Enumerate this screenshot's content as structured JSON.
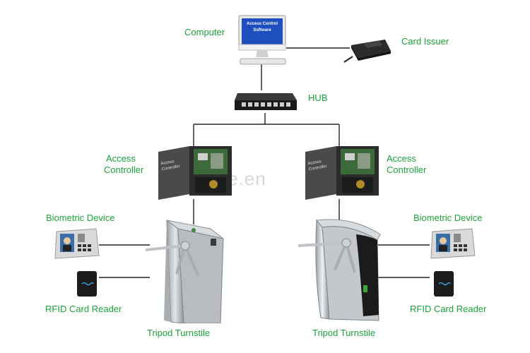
{
  "diagram": {
    "watermark": "daosafe.en",
    "computer": {
      "label": "Computer",
      "screen_line1": "Access Control",
      "screen_line2": "Software"
    },
    "card_issuer": {
      "label": "Card Issuer"
    },
    "hub": {
      "label": "HUB"
    },
    "left_controller": {
      "label_line1": "Access",
      "label_line2": "Controller",
      "box_text": "Access Controller"
    },
    "right_controller": {
      "label_line1": "Access",
      "label_line2": "Controller",
      "box_text": "Access Controller"
    },
    "left_biometric": {
      "label": "Biometric Device"
    },
    "right_biometric": {
      "label": "Biometric Device"
    },
    "left_rfid": {
      "label": "RFID Card Reader"
    },
    "right_rfid": {
      "label": "RFID Card Reader"
    },
    "left_turnstile": {
      "label": "Tripod Turnstile"
    },
    "right_turnstile": {
      "label": "Tripod Turnstile"
    },
    "colors": {
      "label": "#1aa33a",
      "wire": "#222222",
      "steel": "#c9ccd0",
      "screen": "#1f4fbf"
    }
  }
}
